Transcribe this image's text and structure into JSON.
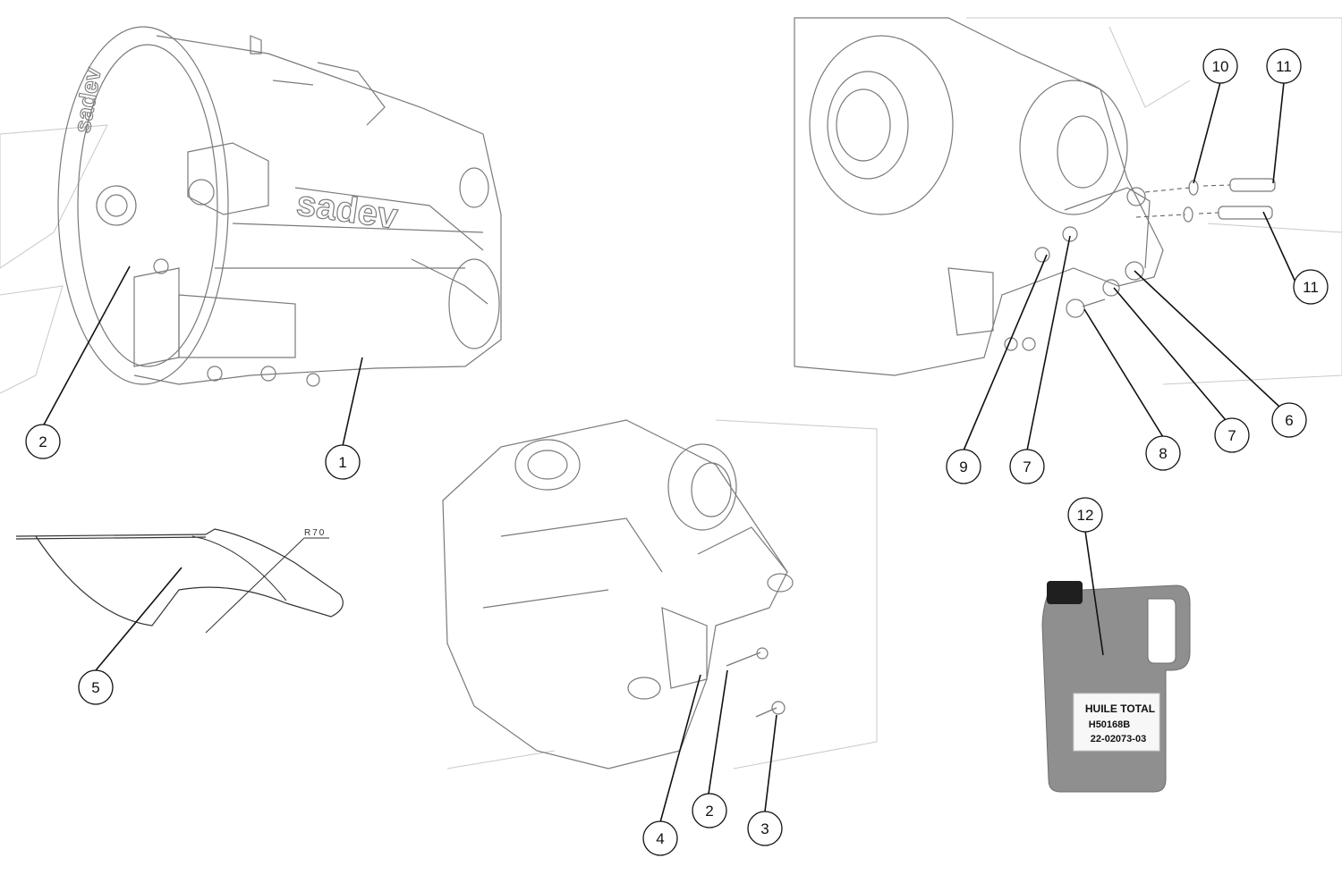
{
  "callouts": [
    {
      "id": "c1",
      "number": "1"
    },
    {
      "id": "c2a",
      "number": "2"
    },
    {
      "id": "c2b",
      "number": "2"
    },
    {
      "id": "c3",
      "number": "3"
    },
    {
      "id": "c4",
      "number": "4"
    },
    {
      "id": "c5",
      "number": "5"
    },
    {
      "id": "c6",
      "number": "6"
    },
    {
      "id": "c7a",
      "number": "7"
    },
    {
      "id": "c7b",
      "number": "7"
    },
    {
      "id": "c8",
      "number": "8"
    },
    {
      "id": "c9",
      "number": "9"
    },
    {
      "id": "c10",
      "number": "10"
    },
    {
      "id": "c11a",
      "number": "11"
    },
    {
      "id": "c11b",
      "number": "11"
    },
    {
      "id": "c12",
      "number": "12"
    }
  ],
  "gearbox_branding": {
    "logo_text": "sadev"
  },
  "radius_note": "R70",
  "oil_can_label": {
    "line1": "HUILE TOTAL",
    "line2": "H50168B",
    "line3": "22-02073-03"
  },
  "colors": {
    "line": "#111111",
    "drawing": "#7a7a7a",
    "can_body": "#8f8f8f",
    "cap": "#1f1f1f"
  }
}
